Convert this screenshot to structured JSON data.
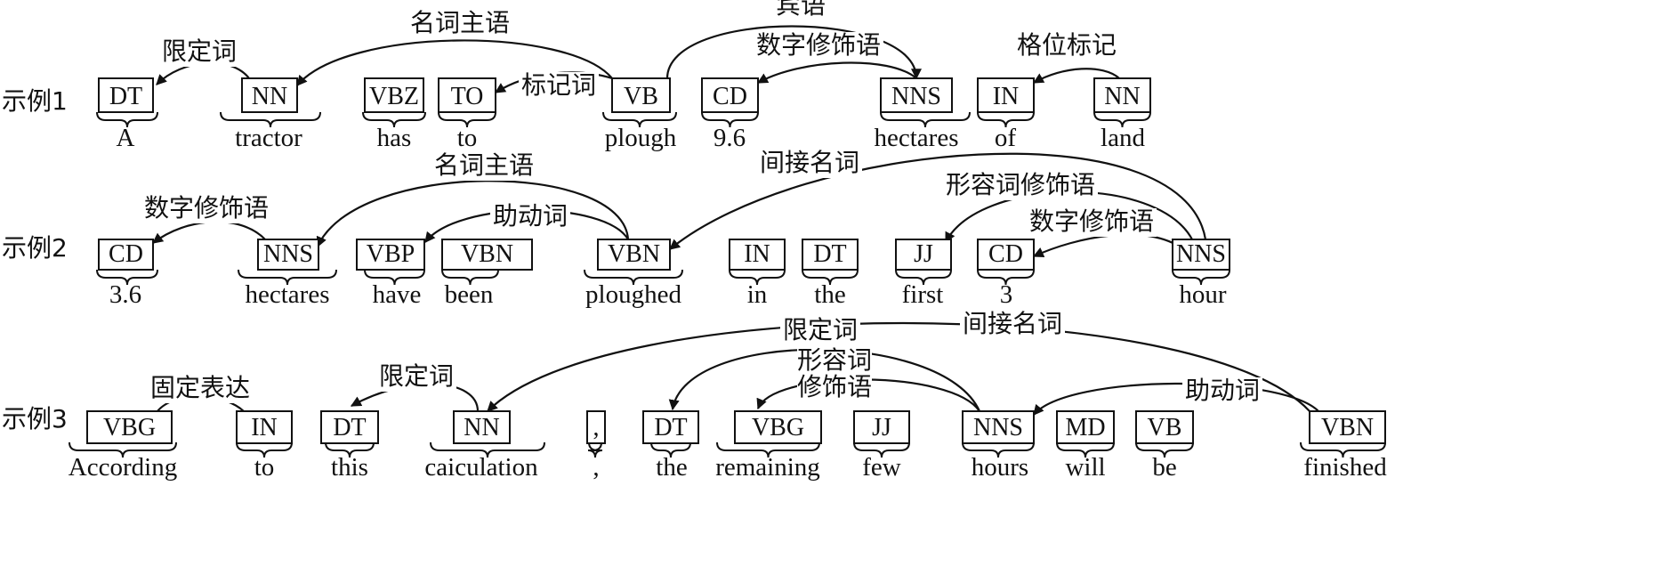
{
  "examples": [
    {
      "label": "示例1",
      "tokens": [
        {
          "tag": "DT",
          "word": "A"
        },
        {
          "tag": "NN",
          "word": "tractor"
        },
        {
          "tag": "VBZ",
          "word": "has"
        },
        {
          "tag": "TO",
          "word": "to"
        },
        {
          "tag": "VB",
          "word": "plough"
        },
        {
          "tag": "CD",
          "word": "9.6"
        },
        {
          "tag": "NNS",
          "word": "hectares"
        },
        {
          "tag": "IN",
          "word": "of"
        },
        {
          "tag": "NN",
          "word": "land"
        }
      ],
      "arcs": [
        {
          "from": 1,
          "to": 0,
          "label": "限定词"
        },
        {
          "from": 4,
          "to": 1,
          "label": "名词主语"
        },
        {
          "from": 4,
          "to": 3,
          "label": "标记词"
        },
        {
          "from": 4,
          "to": 6,
          "label": "宾语"
        },
        {
          "from": 6,
          "to": 5,
          "label": "数字修饰语"
        },
        {
          "from": 8,
          "to": 7,
          "label": "格位标记"
        }
      ]
    },
    {
      "label": "示例2",
      "tokens": [
        {
          "tag": "CD",
          "word": "3.6"
        },
        {
          "tag": "NNS",
          "word": "hectares"
        },
        {
          "tag": "VBP",
          "word": "have"
        },
        {
          "tag": "VBN",
          "word": "been"
        },
        {
          "tag": "VBN",
          "word": "ploughed"
        },
        {
          "tag": "IN",
          "word": "in"
        },
        {
          "tag": "DT",
          "word": "the"
        },
        {
          "tag": "JJ",
          "word": "first"
        },
        {
          "tag": "CD",
          "word": "3"
        },
        {
          "tag": "NNS",
          "word": "hour"
        }
      ],
      "arcs": [
        {
          "from": 1,
          "to": 0,
          "label": "数字修饰语"
        },
        {
          "from": 4,
          "to": 1,
          "label": "名词主语"
        },
        {
          "from": 4,
          "to": 2,
          "label": "助动词"
        },
        {
          "from": 9,
          "to": 4,
          "label": "间接名词"
        },
        {
          "from": 9,
          "to": 7,
          "label": "形容词修饰语"
        },
        {
          "from": 9,
          "to": 8,
          "label": "数字修饰语"
        }
      ]
    },
    {
      "label": "示例3",
      "tokens": [
        {
          "tag": "VBG",
          "word": "According"
        },
        {
          "tag": "IN",
          "word": "to"
        },
        {
          "tag": "DT",
          "word": "this"
        },
        {
          "tag": "NN",
          "word": "caiculation"
        },
        {
          "tag": ",",
          "word": ","
        },
        {
          "tag": "DT",
          "word": "the"
        },
        {
          "tag": "VBG",
          "word": "remaining"
        },
        {
          "tag": "JJ",
          "word": "few"
        },
        {
          "tag": "NNS",
          "word": "hours"
        },
        {
          "tag": "MD",
          "word": "will"
        },
        {
          "tag": "VB",
          "word": "be"
        },
        {
          "tag": "VBN",
          "word": "finished"
        }
      ],
      "arcs": [
        {
          "from": 0,
          "to": 1,
          "label": "固定表达"
        },
        {
          "from": 3,
          "to": 2,
          "label": "限定词"
        },
        {
          "from": 11,
          "to": 3,
          "label": "间接名词"
        },
        {
          "from": 8,
          "to": 5,
          "label": "限定词"
        },
        {
          "from": 8,
          "to": 6,
          "label": "形容词修饰语"
        },
        {
          "from": 11,
          "to": 8,
          "label": "助动词"
        }
      ]
    }
  ]
}
